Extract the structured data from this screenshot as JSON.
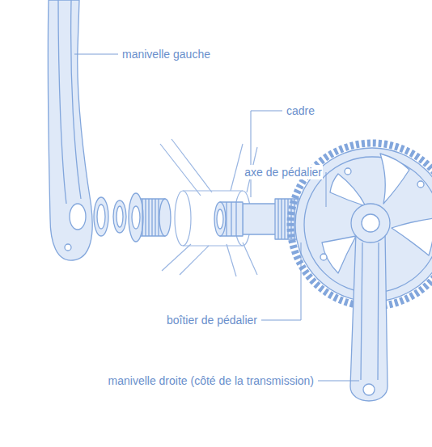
{
  "diagram": {
    "labels": [
      "manivelle gauche",
      "cadre",
      "axe de pédalier",
      "boîtier de pédalier",
      "manivelle droite (côté de la transmission)"
    ]
  }
}
